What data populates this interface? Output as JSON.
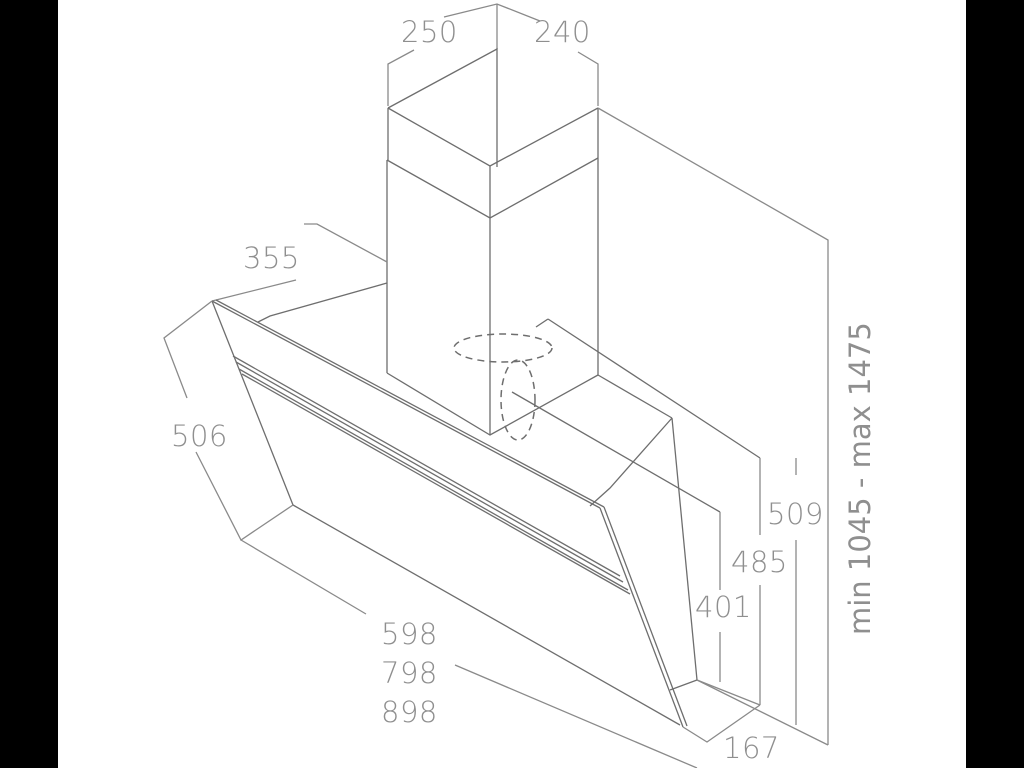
{
  "diagram": {
    "subject": "Wall-mounted angled cooker hood with chimney — dimension drawing",
    "colors": {
      "background": "#ffffff",
      "margin": "#000000",
      "line": "#6e6e6e",
      "label": "#8f8f8f"
    },
    "dimensions": {
      "chimney_width": "250",
      "chimney_depth": "240",
      "top_depth": "355",
      "front_height": "506",
      "widths_1": "598",
      "widths_2": "798",
      "widths_3": "898",
      "depth_509": "509",
      "depth_485": "485",
      "depth_401": "401",
      "bottom_depth": "167",
      "total_height": "min 1045 - max 1475"
    }
  }
}
